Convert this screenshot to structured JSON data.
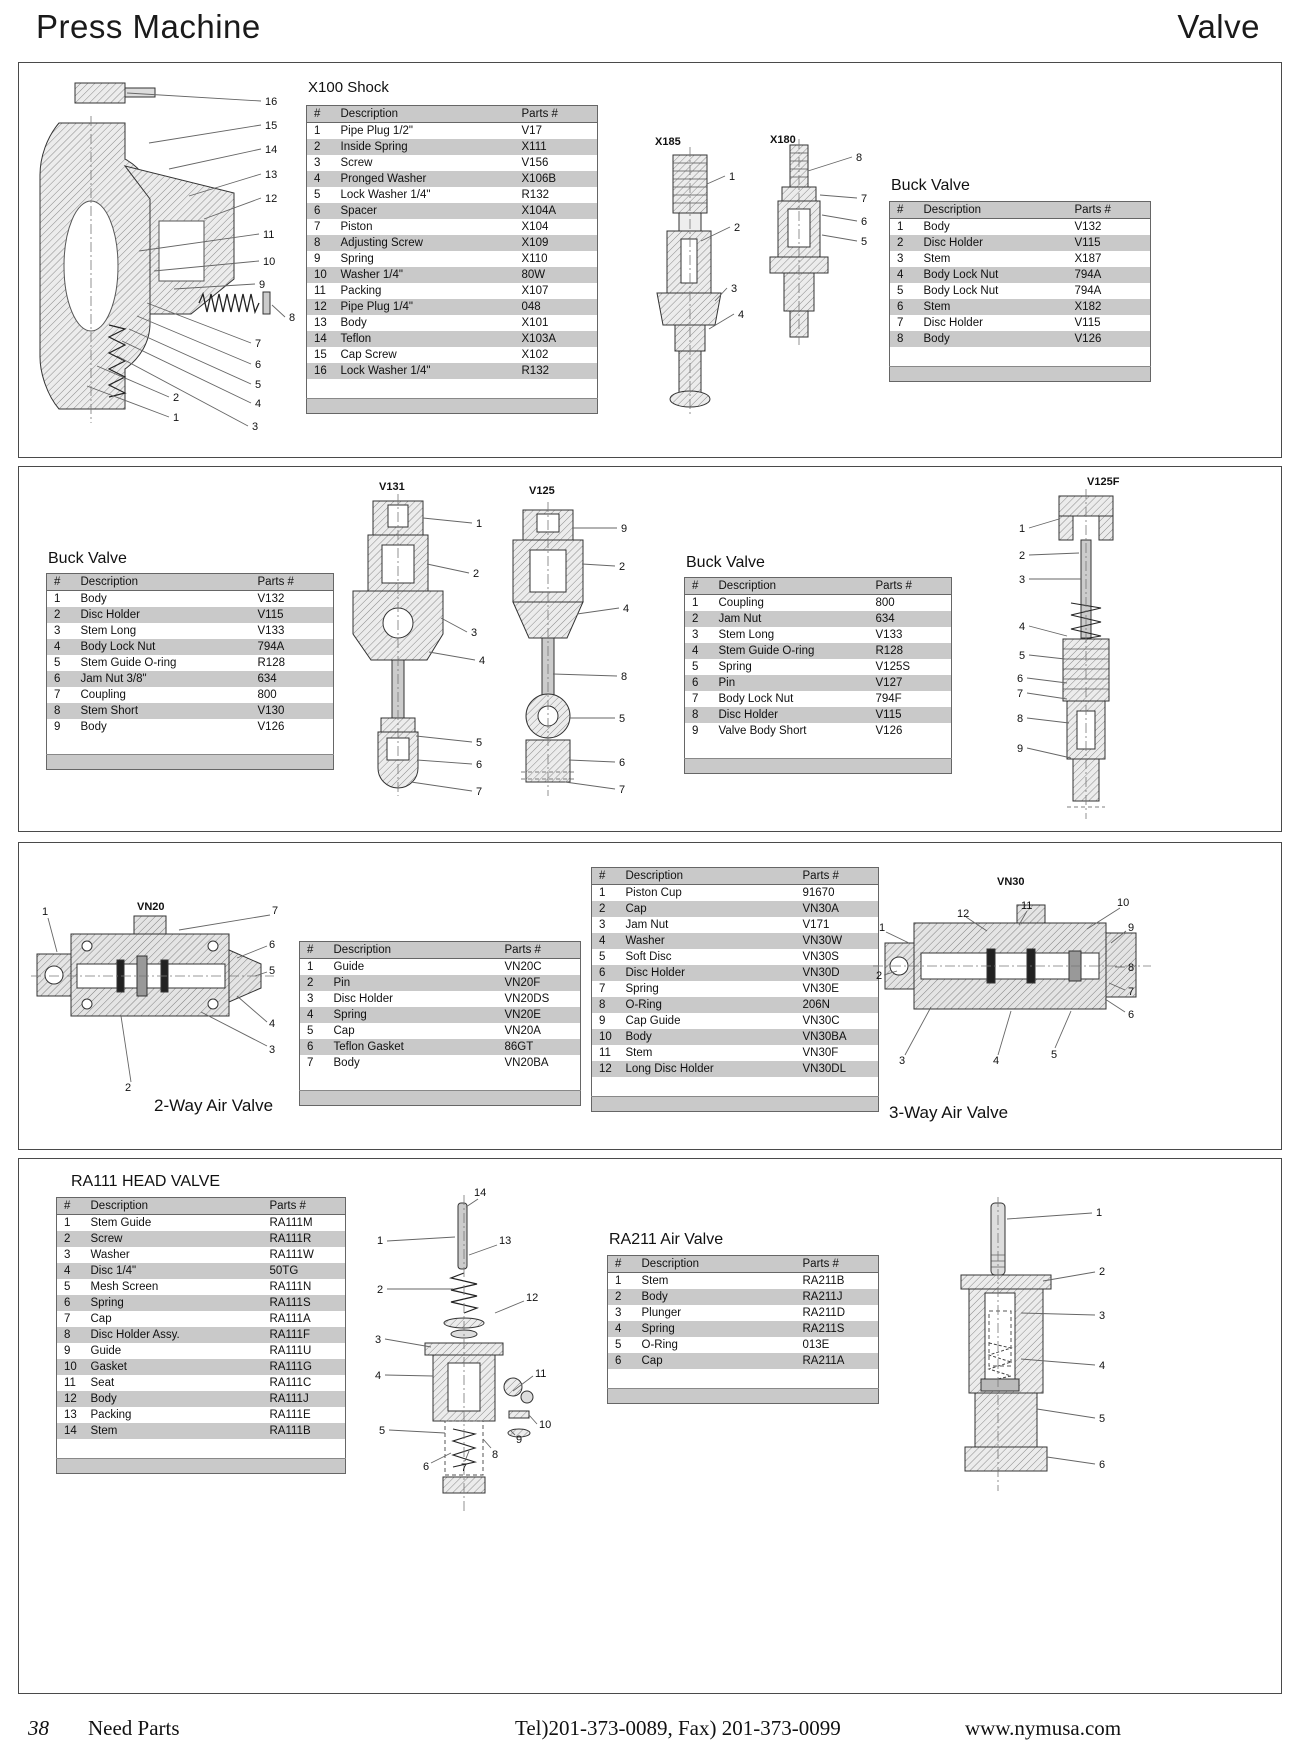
{
  "header": {
    "left": "Press Machine",
    "right": "Valve"
  },
  "tables": {
    "x100": {
      "title": "X100 Shock",
      "columns": [
        "#",
        "Description",
        "Parts #"
      ],
      "rows": [
        [
          "1",
          "Pipe Plug 1/2\"",
          "V17"
        ],
        [
          "2",
          "Inside Spring",
          "X111"
        ],
        [
          "3",
          "Screw",
          "V156"
        ],
        [
          "4",
          "Pronged Washer",
          "X106B"
        ],
        [
          "5",
          "Lock Washer 1/4\"",
          "R132"
        ],
        [
          "6",
          "Spacer",
          "X104A"
        ],
        [
          "7",
          "Piston",
          "X104"
        ],
        [
          "8",
          "Adjusting Screw",
          "X109"
        ],
        [
          "9",
          "Spring",
          "X110"
        ],
        [
          "10",
          "Washer 1/4\"",
          "80W"
        ],
        [
          "11",
          "Packing",
          "X107"
        ],
        [
          "12",
          "Pipe Plug 1/4\"",
          "048"
        ],
        [
          "13",
          "Body",
          "X101"
        ],
        [
          "14",
          "Teflon",
          "X103A"
        ],
        [
          "15",
          "Cap Screw",
          "X102"
        ],
        [
          "16",
          "Lock Washer 1/4\"",
          "R132"
        ]
      ]
    },
    "buck_x": {
      "title": "Buck Valve",
      "columns": [
        "#",
        "Description",
        "Parts #"
      ],
      "rows": [
        [
          "1",
          "Body",
          "V132"
        ],
        [
          "2",
          "Disc Holder",
          "V115"
        ],
        [
          "3",
          "Stem",
          "X187"
        ],
        [
          "4",
          "Body Lock Nut",
          "794A"
        ],
        [
          "5",
          "Body Lock Nut",
          "794A"
        ],
        [
          "6",
          "Stem",
          "X182"
        ],
        [
          "7",
          "Disc Holder",
          "V115"
        ],
        [
          "8",
          "Body",
          "V126"
        ]
      ]
    },
    "buck_v131": {
      "title": "Buck Valve",
      "columns": [
        "#",
        "Description",
        "Parts #"
      ],
      "rows": [
        [
          "1",
          "Body",
          "V132"
        ],
        [
          "2",
          "Disc Holder",
          "V115"
        ],
        [
          "3",
          "Stem Long",
          "V133"
        ],
        [
          "4",
          "Body Lock Nut",
          "794A"
        ],
        [
          "5",
          "Stem Guide O-ring",
          "R128"
        ],
        [
          "6",
          "Jam Nut 3/8\"",
          "634"
        ],
        [
          "7",
          "Coupling",
          "800"
        ],
        [
          "8",
          "Stem Short",
          "V130"
        ],
        [
          "9",
          "Body",
          "V126"
        ]
      ]
    },
    "buck_v125": {
      "title": "Buck Valve",
      "columns": [
        "#",
        "Description",
        "Parts #"
      ],
      "rows": [
        [
          "1",
          "Coupling",
          "800"
        ],
        [
          "2",
          "Jam Nut",
          "634"
        ],
        [
          "3",
          "Stem Long",
          "V133"
        ],
        [
          "4",
          "Stem Guide O-ring",
          "R128"
        ],
        [
          "5",
          "Spring",
          "V125S"
        ],
        [
          "6",
          "Pin",
          "V127"
        ],
        [
          "7",
          "Body Lock Nut",
          "794F"
        ],
        [
          "8",
          "Disc Holder",
          "V115"
        ],
        [
          "9",
          "Valve Body Short",
          "V126"
        ]
      ]
    },
    "vn20": {
      "columns": [
        "#",
        "Description",
        "Parts #"
      ],
      "rows": [
        [
          "1",
          "Guide",
          "VN20C"
        ],
        [
          "2",
          "Pin",
          "VN20F"
        ],
        [
          "3",
          "Disc Holder",
          "VN20DS"
        ],
        [
          "4",
          "Spring",
          "VN20E"
        ],
        [
          "5",
          "Cap",
          "VN20A"
        ],
        [
          "6",
          "Teflon Gasket",
          "86GT"
        ],
        [
          "7",
          "Body",
          "VN20BA"
        ]
      ]
    },
    "vn30": {
      "columns": [
        "#",
        "Description",
        "Parts #"
      ],
      "rows": [
        [
          "1",
          "Piston Cup",
          "91670"
        ],
        [
          "2",
          "Cap",
          "VN30A"
        ],
        [
          "3",
          "Jam Nut",
          "V171"
        ],
        [
          "4",
          "Washer",
          "VN30W"
        ],
        [
          "5",
          "Soft Disc",
          "VN30S"
        ],
        [
          "6",
          "Disc Holder",
          "VN30D"
        ],
        [
          "7",
          "Spring",
          "VN30E"
        ],
        [
          "8",
          "O-Ring",
          "206N"
        ],
        [
          "9",
          "Cap Guide",
          "VN30C"
        ],
        [
          "10",
          "Body",
          "VN30BA"
        ],
        [
          "11",
          "Stem",
          "VN30F"
        ],
        [
          "12",
          "Long Disc Holder",
          "VN30DL"
        ]
      ]
    },
    "ra111": {
      "title": "RA111 HEAD VALVE",
      "columns": [
        "#",
        "Description",
        "Parts #"
      ],
      "rows": [
        [
          "1",
          "Stem Guide",
          "RA111M"
        ],
        [
          "2",
          "Screw",
          "RA111R"
        ],
        [
          "3",
          "Washer",
          "RA111W"
        ],
        [
          "4",
          "Disc 1/4\"",
          "50TG"
        ],
        [
          "5",
          "Mesh Screen",
          "RA111N"
        ],
        [
          "6",
          "Spring",
          "RA111S"
        ],
        [
          "7",
          "Cap",
          "RA111A"
        ],
        [
          "8",
          "Disc Holder Assy.",
          "RA111F"
        ],
        [
          "9",
          "Guide",
          "RA111U"
        ],
        [
          "10",
          "Gasket",
          "RA111G"
        ],
        [
          "11",
          "Seat",
          "RA111C"
        ],
        [
          "12",
          "Body",
          "RA111J"
        ],
        [
          "13",
          "Packing",
          "RA111E"
        ],
        [
          "14",
          "Stem",
          "RA111B"
        ]
      ]
    },
    "ra211": {
      "title": "RA211 Air Valve",
      "columns": [
        "#",
        "Description",
        "Parts #"
      ],
      "rows": [
        [
          "1",
          "Stem",
          "RA211B"
        ],
        [
          "2",
          "Body",
          "RA211J"
        ],
        [
          "3",
          "Plunger",
          "RA211D"
        ],
        [
          "4",
          "Spring",
          "RA211S"
        ],
        [
          "5",
          "O-Ring",
          "013E"
        ],
        [
          "6",
          "Cap",
          "RA211A"
        ]
      ]
    }
  },
  "diagrams": {
    "x100": {
      "callouts": [
        "16",
        "15",
        "14",
        "13",
        "12",
        "11",
        "10",
        "9",
        "8",
        "7",
        "6",
        "5",
        "4",
        "3",
        "2",
        "1"
      ]
    },
    "x185_x180": {
      "labels": [
        "X185",
        "X180"
      ],
      "callouts": [
        "1",
        "2",
        "3",
        "4",
        "8",
        "7",
        "6",
        "5"
      ]
    },
    "v131_v125": {
      "labels": [
        "V131",
        "V125"
      ],
      "callouts_v131": [
        "1",
        "2",
        "3",
        "4",
        "5",
        "6",
        "7"
      ],
      "callouts_v125": [
        "9",
        "2",
        "4",
        "8",
        "5",
        "6",
        "7"
      ]
    },
    "v125f": {
      "label": "V125F",
      "callouts": [
        "1",
        "2",
        "3",
        "4",
        "5",
        "6",
        "7",
        "8",
        "9"
      ]
    },
    "vn20": {
      "label": "VN20",
      "callouts": [
        "1",
        "7",
        "6",
        "5",
        "4",
        "3",
        "2"
      ]
    },
    "vn30": {
      "label": "VN30",
      "callouts": [
        "12",
        "11",
        "10",
        "9",
        "8",
        "7",
        "6",
        "5",
        "4",
        "3",
        "2",
        "1"
      ]
    },
    "ra111": {
      "callouts": [
        "14",
        "1",
        "13",
        "2",
        "12",
        "3",
        "11",
        "4",
        "10",
        "9",
        "5",
        "8",
        "7",
        "6"
      ]
    },
    "ra211": {
      "callouts": [
        "1",
        "2",
        "3",
        "4",
        "5",
        "6"
      ]
    }
  },
  "captions": {
    "two_way": "2-Way Air Valve",
    "three_way": "3-Way Air Valve"
  },
  "footer": {
    "page": "38",
    "brand": "Need Parts",
    "contact": "Tel)201-373-0089,  Fax) 201-373-0099",
    "website": "www.nymusa.com"
  }
}
